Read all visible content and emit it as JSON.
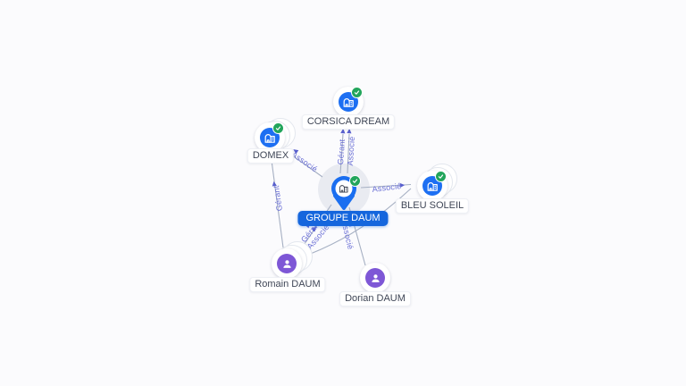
{
  "graph": {
    "type": "company-network-map",
    "nodes": {
      "groupe_daum": {
        "label": "GROUPE DAUM",
        "kind": "company",
        "verified": true,
        "icon": "building-icon"
      },
      "corsica_dream": {
        "label": "CORSICA DREAM",
        "kind": "company",
        "verified": true,
        "icon": "building-icon"
      },
      "domex": {
        "label": "DOMEX",
        "kind": "company",
        "verified": true,
        "icon": "building-icon"
      },
      "bleu_soleil": {
        "label": "BLEU SOLEIL",
        "kind": "company",
        "verified": true,
        "icon": "building-icon"
      },
      "romain_daum": {
        "label": "Romain DAUM",
        "kind": "person",
        "icon": "person-icon"
      },
      "dorian_daum": {
        "label": "Dorian DAUM",
        "kind": "person",
        "icon": "person-icon"
      }
    },
    "edges": {
      "groupe_to_corsica_gerant": {
        "label": "Gérant",
        "from": "groupe_daum",
        "to": "corsica_dream"
      },
      "groupe_to_corsica_associe": {
        "label": "Associé",
        "from": "groupe_daum",
        "to": "corsica_dream"
      },
      "groupe_to_domex_associe": {
        "label": "Associé",
        "from": "groupe_daum",
        "to": "domex"
      },
      "groupe_to_bleu_associe": {
        "label": "Associé",
        "from": "groupe_daum",
        "to": "bleu_soleil"
      },
      "romain_to_groupe_gerant": {
        "label": "Gérant",
        "from": "romain_daum",
        "to": "groupe_daum"
      },
      "romain_to_groupe_associe": {
        "label": "Associé",
        "from": "romain_daum",
        "to": "groupe_daum"
      },
      "dorian_to_groupe_associe": {
        "label": "Associé",
        "from": "dorian_daum",
        "to": "groupe_daum"
      },
      "romain_to_domex_gerant": {
        "label": "Gérant",
        "from": "romain_daum",
        "to": "domex"
      },
      "romain_to_bleu": {
        "label": "",
        "from": "romain_daum",
        "to": "bleu_soleil"
      }
    },
    "colors": {
      "company_blue": "#1d6ff2",
      "main_label_blue": "#1566dd",
      "verified_green": "#22a55b",
      "person_purple": "#7e57d6",
      "edge_line": "#a6b0c3",
      "edge_label": "#6b70d6",
      "node_label_text": "#3f4656",
      "background": "#fbfbfd"
    }
  }
}
